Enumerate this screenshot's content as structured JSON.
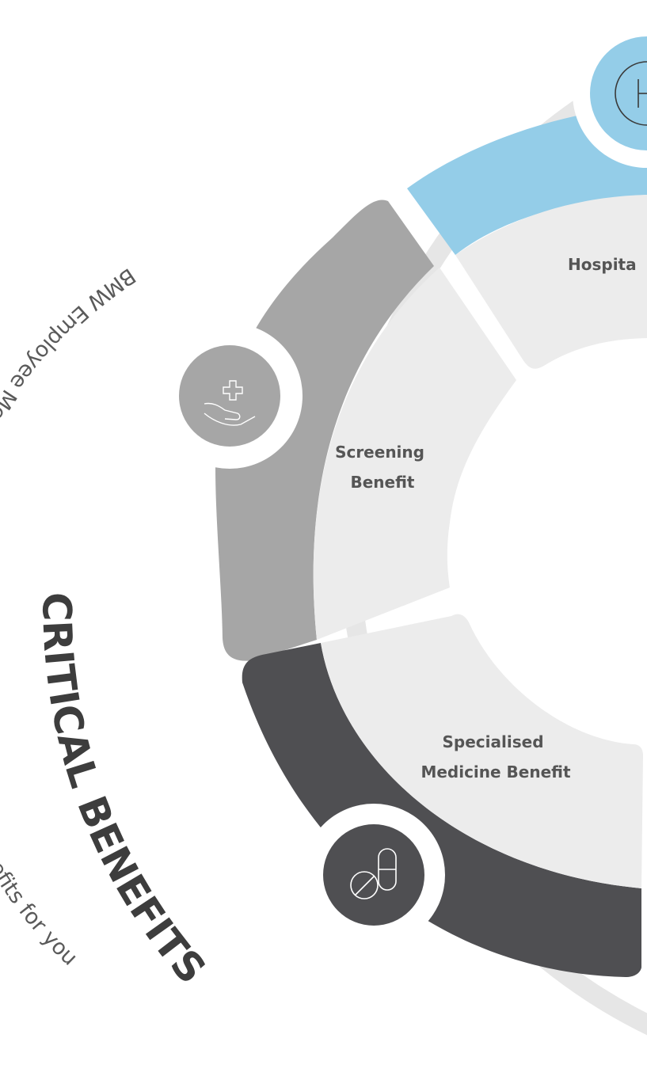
{
  "diagram": {
    "arc_subtitle": "BMW Employee Medical Aid Society manages these critical benefits for you",
    "arc_title": "CRITICAL BENEFITS",
    "segments": [
      {
        "id": "hospital",
        "label_lines": [
          "Hospita"
        ],
        "color": "#94cde8",
        "icon": "hospital-h-icon"
      },
      {
        "id": "screening",
        "label_lines": [
          "Screening",
          "Benefit"
        ],
        "color": "#a6a6a6",
        "icon": "hand-cross-icon"
      },
      {
        "id": "specialised",
        "label_lines": [
          "Specialised",
          "Medicine Benefit"
        ],
        "color": "#4f4f52",
        "icon": "pill-capsule-icon"
      }
    ],
    "colors": {
      "outer_ring": "#e6e6e6",
      "inner_fill": "#ececec",
      "hospital": "#94cde8",
      "screening": "#a6a6a6",
      "specialised": "#4f4f52"
    }
  }
}
